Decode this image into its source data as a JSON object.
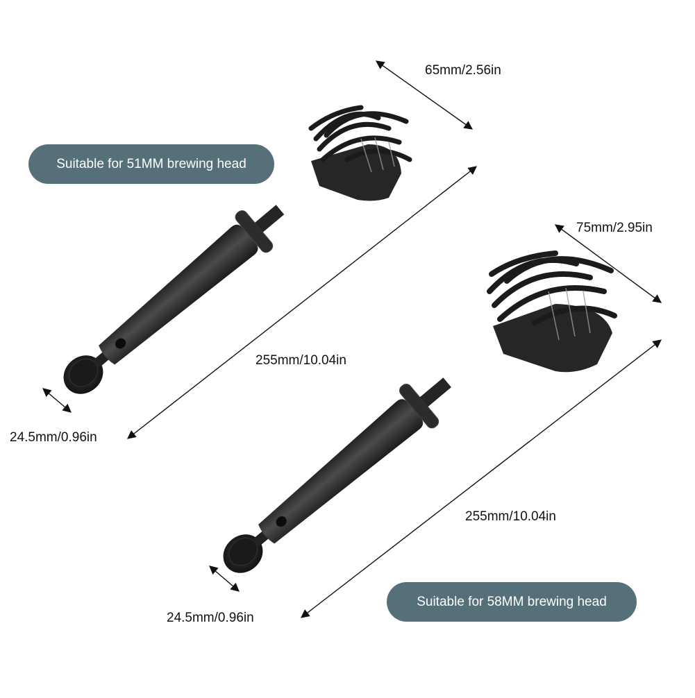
{
  "colors": {
    "background": "#ffffff",
    "pill": "#56707a",
    "pill_text": "#ffffff",
    "arrow": "#111111",
    "brush_body": "#2a2a2a",
    "brush_highlight": "#5a5a5a",
    "bristle": "#1b1b1b"
  },
  "brush_51": {
    "label": "Suitable for 51MM brewing head",
    "head_width": "65mm/2.56in",
    "length": "255mm/10.04in",
    "spoon_width": "24.5mm/0.96in"
  },
  "brush_58": {
    "label": "Suitable for 58MM brewing head",
    "head_width": "75mm/2.95in",
    "length": "255mm/10.04in",
    "spoon_width": "24.5mm/0.96in"
  }
}
